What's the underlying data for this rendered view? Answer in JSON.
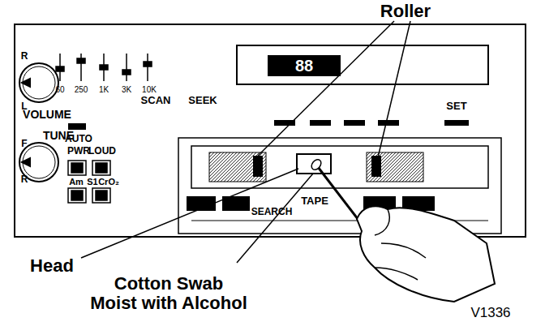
{
  "diagram": {
    "labels": [
      "Roller",
      "R",
      "L",
      "VOLUME",
      "TUNE",
      "F",
      "R",
      "60",
      "250",
      "1K",
      "3K",
      "10K",
      "SCAN",
      "SEEK",
      "SET",
      "AUTO",
      "PWR",
      "LOUD",
      "Am",
      "S1",
      "CrO₂",
      "88",
      "SEARCH",
      "TAPE",
      "Head",
      "Cotton Swab Moist with Alcohol",
      "V1336"
    ]
  }
}
